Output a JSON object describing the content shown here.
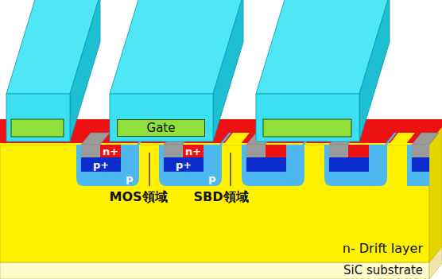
{
  "diagram": {
    "nodes": [
      {
        "text": [
          "Gate"
        ]
      },
      {
        "text": [
          "n- Drift layer"
        ]
      },
      {
        "text": [
          "SiC substrate"
        ]
      }
    ],
    "labels": [
      "n+",
      "n+",
      "p+",
      "p+",
      "p",
      "p",
      "MOS領域",
      "SBD領域"
    ]
  }
}
